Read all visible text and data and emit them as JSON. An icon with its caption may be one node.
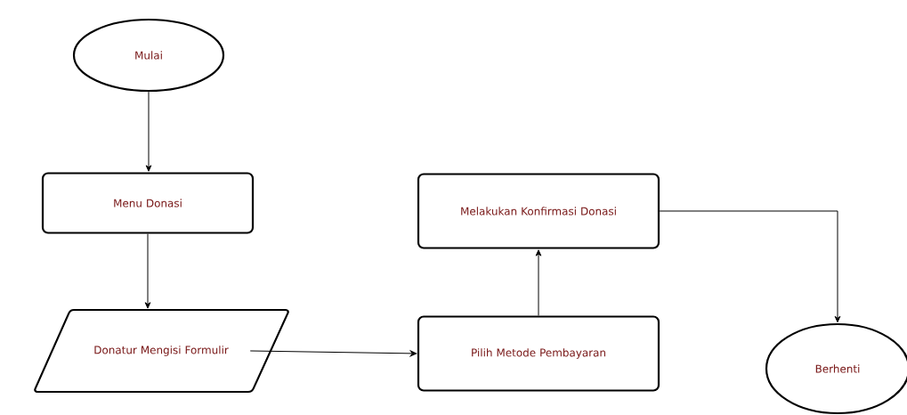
{
  "diagram": {
    "nodes": [
      {
        "text": [
          "Mulai"
        ]
      },
      {
        "text": [
          "Menu Donasi"
        ]
      },
      {
        "text": [
          "Donatur Mengisi Formulir"
        ]
      },
      {
        "text": [
          "Pilih Metode Pembayaran"
        ]
      },
      {
        "text": [
          "Melakukan Konfirmasi Donasi"
        ]
      },
      {
        "text": [
          "Berhenti"
        ]
      }
    ],
    "edges": [
      {
        "from": 0,
        "to": 1,
        "arrow": "to"
      },
      {
        "from": 1,
        "to": 2,
        "arrow": "to"
      },
      {
        "from": 2,
        "to": 3,
        "arrow": "to"
      },
      {
        "from": 3,
        "to": 4,
        "arrow": "to"
      },
      {
        "from": 4,
        "to": 5,
        "arrow": "to"
      }
    ]
  }
}
